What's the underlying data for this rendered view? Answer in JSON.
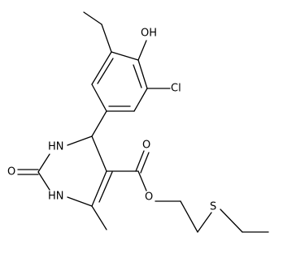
{
  "atom_labels": {
    "oh": "OH",
    "cl": "Cl",
    "nh_top": "HN",
    "nh_bottom": "HN",
    "carbonyl_o": "O",
    "ester_o_double": "O",
    "ester_o_single": "O",
    "sulfur": "S"
  },
  "colors": {
    "bond": "#000000",
    "label": "#000000",
    "background": "#ffffff"
  }
}
